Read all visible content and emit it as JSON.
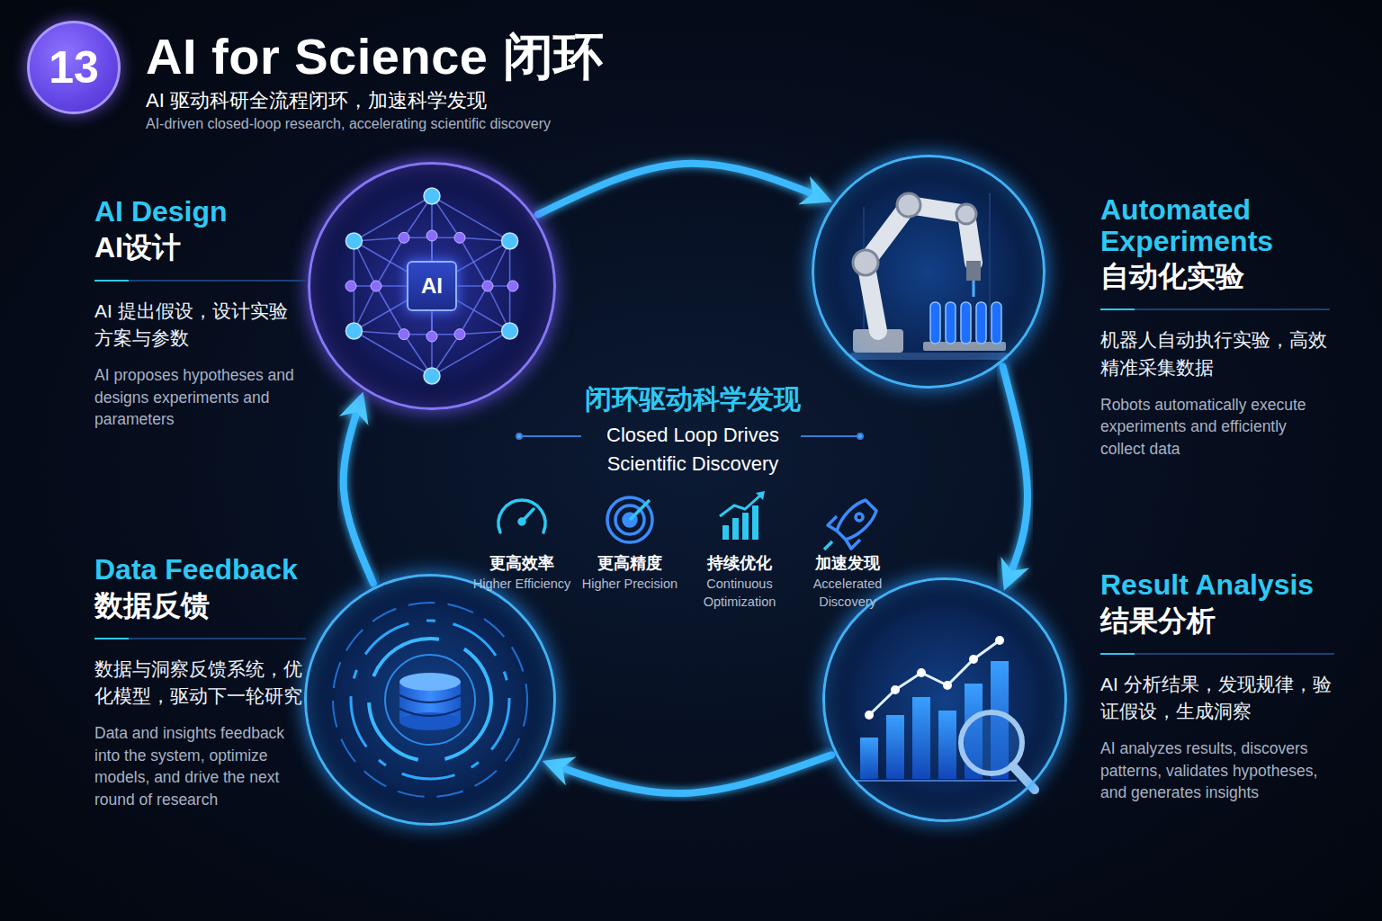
{
  "diagram": {
    "title": "AI for Science 闭环",
    "nodes": [
      {
        "text": [
          "13"
        ]
      },
      {
        "text": [
          "AI Design",
          "AI设计",
          "AI 提出假设，设计实验方案与参数",
          "AI proposes hypotheses and designs experiments and parameters"
        ]
      },
      {
        "text": [
          "AI"
        ],
        "in": 1
      },
      {
        "text": [
          "Automated Experiments",
          "自动化实验",
          "机器人自动执行实验，高效精准采集数据",
          "Robots automatically execute experiments and efficiently collect data"
        ]
      },
      {
        "text": [
          "Result Analysis",
          "结果分析",
          "AI 分析结果，发现规律，验证假设，生成洞察",
          "AI analyzes results, discovers patterns, validates hypotheses, and generates insights"
        ]
      },
      {
        "text": [
          "Data Feedback",
          "数据反馈",
          "数据与洞察反馈系统，优化模型，驱动下一轮研究",
          "Data and insights feedback into the system, optimize models, and drive the next round of research"
        ]
      }
    ],
    "edges": [
      {
        "from": 1,
        "to": 3,
        "arrow": "to"
      },
      {
        "from": 3,
        "to": 4,
        "arrow": "to"
      },
      {
        "from": 4,
        "to": 5,
        "arrow": "to"
      },
      {
        "from": 5,
        "to": 1,
        "arrow": "to"
      }
    ],
    "labels": [
      "AI 驱动科研全流程闭环，加速科学发现",
      "AI-driven closed-loop research, accelerating scientific discovery",
      "闭环驱动科学发现",
      "Closed Loop Drives Scientific Discovery",
      "更高效率",
      "Higher Efficiency",
      "更高精度",
      "Higher Precision",
      "持续优化",
      "Continuous Optimization",
      "加速发现",
      "Accelerated Discovery"
    ]
  }
}
